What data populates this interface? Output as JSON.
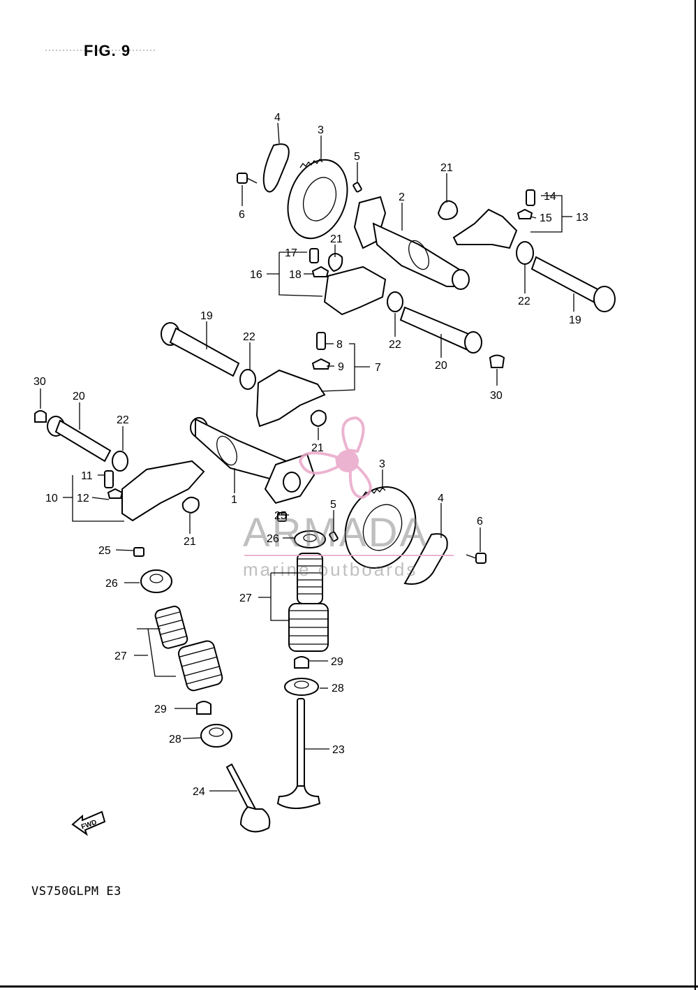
{
  "figure": {
    "title": "FIG. 9",
    "model": "VS750GLPM  E3"
  },
  "watermark": {
    "brand": "ARMADA",
    "tagline": "marine outboards",
    "accent_color": "#e9a6c8"
  },
  "fwd_label": "FWD",
  "callouts": [
    {
      "id": "c4a",
      "text": "4"
    },
    {
      "id": "c3a",
      "text": "3"
    },
    {
      "id": "c5a",
      "text": "5"
    },
    {
      "id": "c2",
      "text": "2"
    },
    {
      "id": "c21a",
      "text": "21"
    },
    {
      "id": "c14",
      "text": "14"
    },
    {
      "id": "c15",
      "text": "15"
    },
    {
      "id": "c13",
      "text": "13"
    },
    {
      "id": "c6a",
      "text": "6"
    },
    {
      "id": "c17",
      "text": "17"
    },
    {
      "id": "c21b",
      "text": "21"
    },
    {
      "id": "c16",
      "text": "16"
    },
    {
      "id": "c18",
      "text": "18"
    },
    {
      "id": "c22a",
      "text": "22"
    },
    {
      "id": "c19a",
      "text": "19"
    },
    {
      "id": "c19b",
      "text": "19"
    },
    {
      "id": "c22b",
      "text": "22"
    },
    {
      "id": "c8",
      "text": "8"
    },
    {
      "id": "c9",
      "text": "9"
    },
    {
      "id": "c7",
      "text": "7"
    },
    {
      "id": "c22c",
      "text": "22"
    },
    {
      "id": "c20a",
      "text": "20"
    },
    {
      "id": "c30a",
      "text": "30"
    },
    {
      "id": "c30b",
      "text": "30"
    },
    {
      "id": "c20b",
      "text": "20"
    },
    {
      "id": "c22d",
      "text": "22"
    },
    {
      "id": "c21c",
      "text": "21"
    },
    {
      "id": "c3b",
      "text": "3"
    },
    {
      "id": "c11",
      "text": "11"
    },
    {
      "id": "c10",
      "text": "10"
    },
    {
      "id": "c12",
      "text": "12"
    },
    {
      "id": "c1",
      "text": "1"
    },
    {
      "id": "c5b",
      "text": "5"
    },
    {
      "id": "c4b",
      "text": "4"
    },
    {
      "id": "c25a",
      "text": "25"
    },
    {
      "id": "c6b",
      "text": "6"
    },
    {
      "id": "c21d",
      "text": "21"
    },
    {
      "id": "c26a",
      "text": "26"
    },
    {
      "id": "c25b",
      "text": "25"
    },
    {
      "id": "c26b",
      "text": "26"
    },
    {
      "id": "c27a",
      "text": "27"
    },
    {
      "id": "c27b",
      "text": "27"
    },
    {
      "id": "c29a",
      "text": "29"
    },
    {
      "id": "c28a",
      "text": "28"
    },
    {
      "id": "c23",
      "text": "23"
    },
    {
      "id": "c29b",
      "text": "29"
    },
    {
      "id": "c28b",
      "text": "28"
    },
    {
      "id": "c24",
      "text": "24"
    }
  ]
}
